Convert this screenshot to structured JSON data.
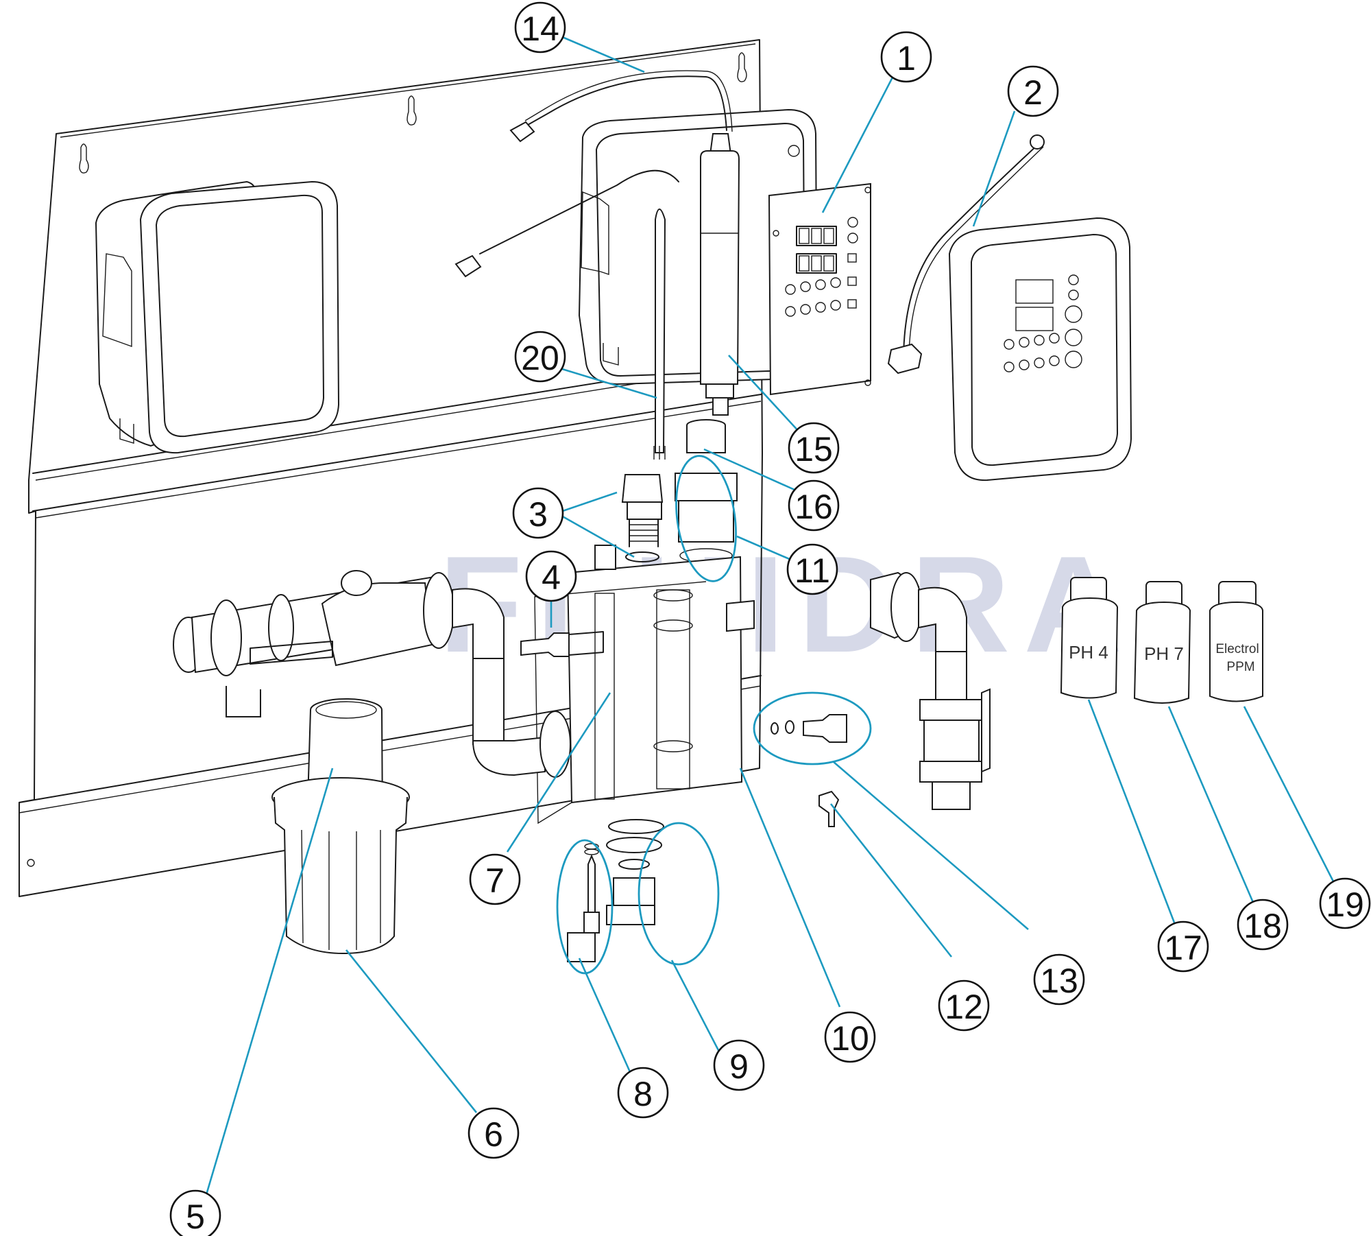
{
  "diagram": {
    "type": "exploded-parts-diagram",
    "subject": "Wall-mounted water treatment controller panel with probe chamber, filter and calibration bottles",
    "watermark": "FLUIDRA",
    "colors": {
      "leader_line": "#1d9ac0",
      "callout_outline": "#111111",
      "watermark": "#d6d9e8",
      "drawing_line": "#1a1a1a",
      "background": "#ffffff"
    },
    "callouts": [
      {
        "number": "1",
        "part": "Control PCB board with 7-segment displays and buttons"
      },
      {
        "number": "2",
        "part": "Front cover / keypad lid with cable gland"
      },
      {
        "number": "3",
        "part": "Compression fitting and O-ring"
      },
      {
        "number": "4",
        "part": "Hose barb fitting"
      },
      {
        "number": "5",
        "part": "Filter cartridge"
      },
      {
        "number": "6",
        "part": "Filter housing cup"
      },
      {
        "number": "7",
        "part": "Flow chamber level indicator"
      },
      {
        "number": "8",
        "part": "Needle valve kit"
      },
      {
        "number": "9",
        "part": "Plug with O-rings kit"
      },
      {
        "number": "10",
        "part": "Probe holder block"
      },
      {
        "number": "11",
        "part": "Probe holder fitting kit"
      },
      {
        "number": "12",
        "part": "Elbow hose connector"
      },
      {
        "number": "13",
        "part": "Sample tap kit with washers"
      },
      {
        "number": "14",
        "part": "Probe cable"
      },
      {
        "number": "15",
        "part": "Electrode probe"
      },
      {
        "number": "16",
        "part": "Probe adaptor"
      },
      {
        "number": "17",
        "part": "Calibration solution pH 4"
      },
      {
        "number": "18",
        "part": "Calibration solution pH 7"
      },
      {
        "number": "19",
        "part": "Electrolyte / PPM solution"
      },
      {
        "number": "20",
        "part": "Temperature / flow sensor probe"
      }
    ],
    "bottles": [
      {
        "label_line1": "PH 4",
        "label_line2": ""
      },
      {
        "label_line1": "PH 7",
        "label_line2": ""
      },
      {
        "label_line1": "Electrol",
        "label_line2": "PPM"
      }
    ]
  }
}
